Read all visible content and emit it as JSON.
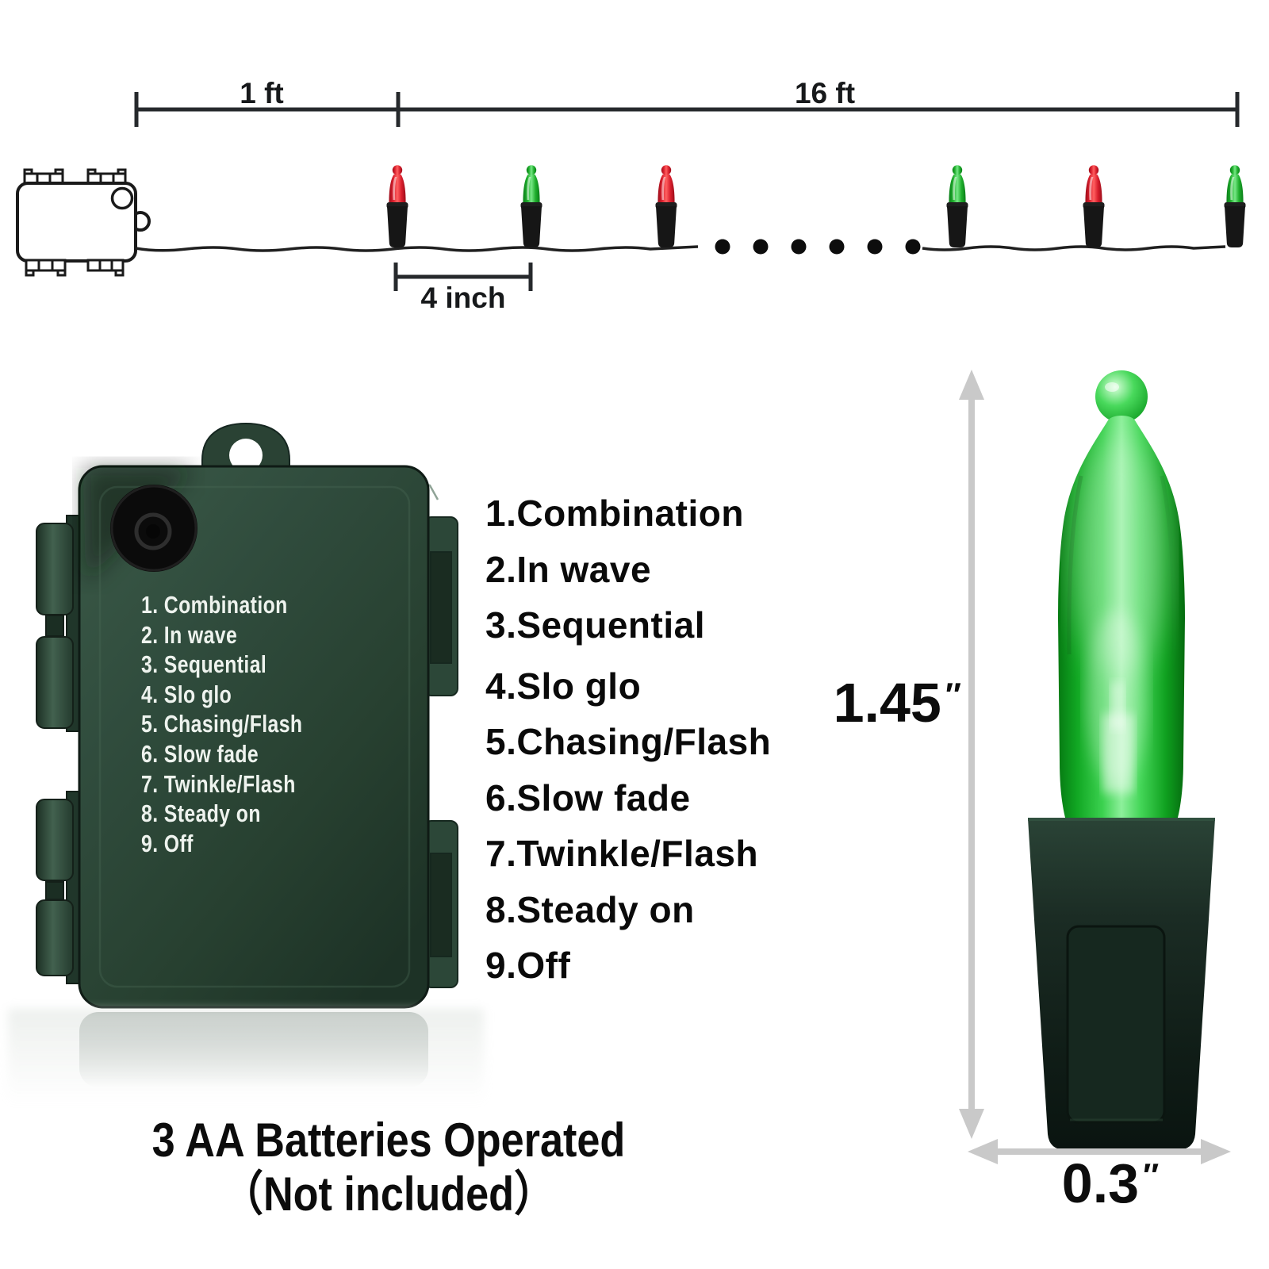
{
  "diagram": {
    "lead_label": "1 ft",
    "string_label": "16 ft",
    "spacing_label": "4 inch",
    "bulb_sequence": [
      "red",
      "green",
      "red",
      "green",
      "red",
      "green"
    ],
    "colors": {
      "red": "#d91e2c",
      "green": "#1fae2c",
      "wire": "#202020",
      "line": "#26292c"
    }
  },
  "battery_box": {
    "modes": [
      "1. Combination",
      "2. In wave",
      "3. Sequential",
      "4. Slo glo",
      "5. Chasing/Flash",
      "6. Slow fade",
      "7. Twinkle/Flash",
      "8. Steady on",
      "9. Off"
    ],
    "body_color": "#2d4839"
  },
  "modes_list": {
    "items": [
      "1.Combination",
      "2.In wave",
      "3.Sequential",
      "4.Slo glo",
      "5.Chasing/Flash",
      "6.Slow fade",
      "7.Twinkle/Flash",
      "8.Steady on",
      "9.Off"
    ]
  },
  "bulb_detail": {
    "height_value": "1.45",
    "height_unit": "″",
    "width_value": "0.3",
    "width_unit": "″",
    "glass_color": "#23c735",
    "base_color": "#15231c",
    "arrow_color": "#c9c9c9"
  },
  "note": {
    "line1": "3 AA Batteries Operated",
    "line2": "（Not included）"
  }
}
